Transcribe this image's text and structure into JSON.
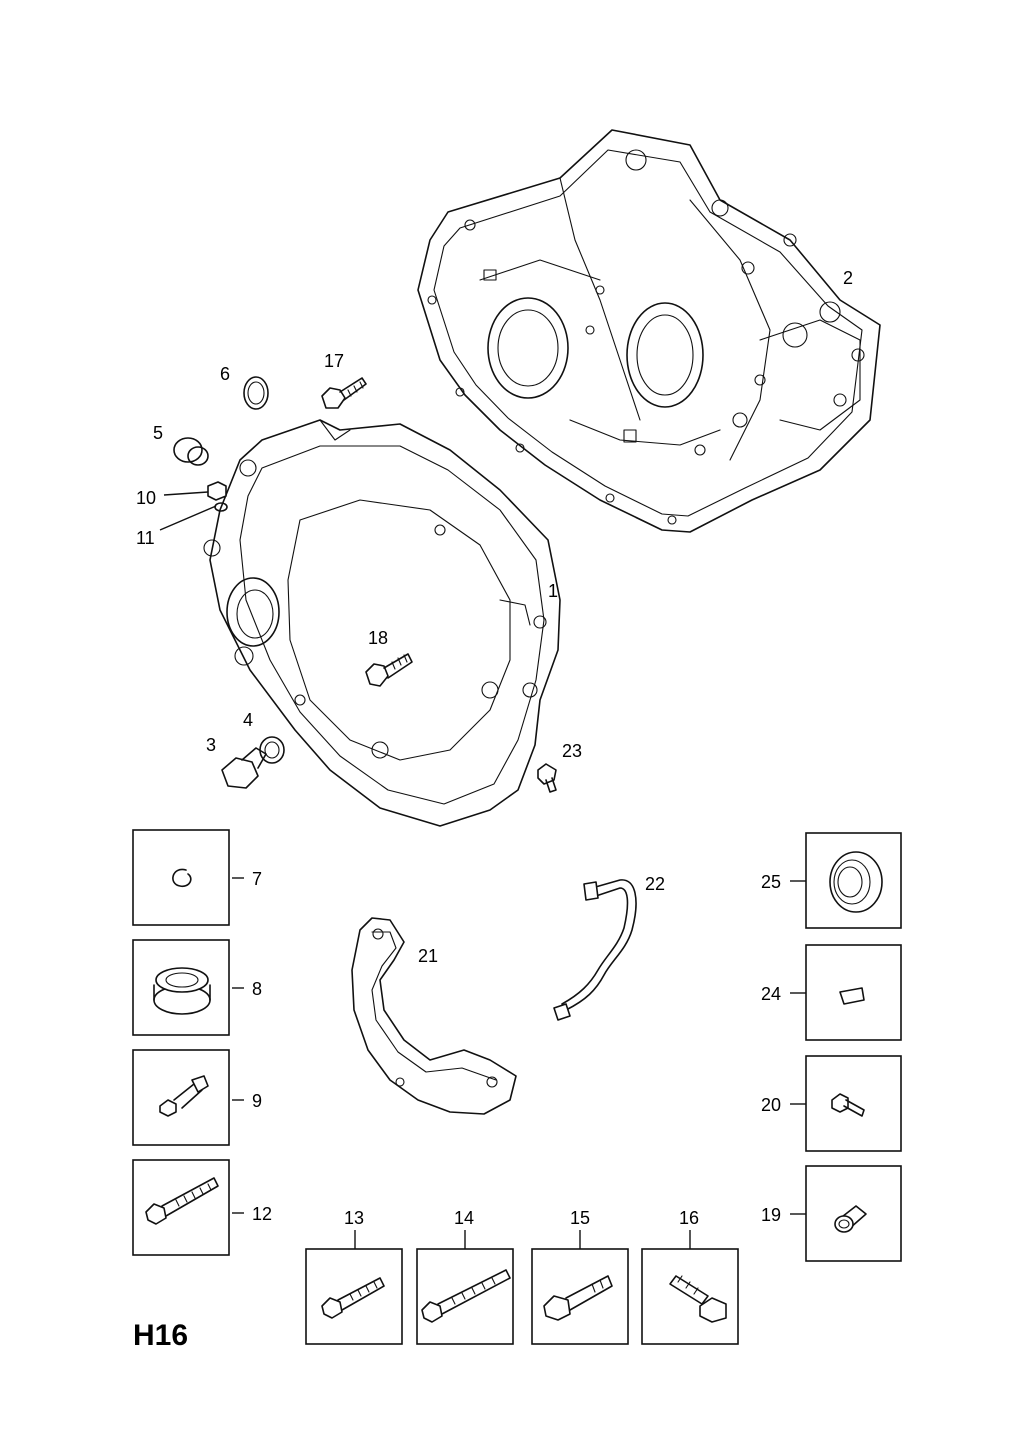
{
  "title": "H16",
  "callouts": {
    "c1": "1",
    "c2": "2",
    "c3": "3",
    "c4": "4",
    "c5": "5",
    "c6": "6",
    "c7": "7",
    "c8": "8",
    "c9": "9",
    "c10": "10",
    "c11": "11",
    "c12": "12",
    "c13": "13",
    "c14": "14",
    "c15": "15",
    "c16": "16",
    "c17": "17",
    "c18": "18",
    "c19": "19",
    "c20": "20",
    "c21": "21",
    "c22": "22",
    "c23": "23",
    "c24": "24",
    "c25": "25"
  }
}
